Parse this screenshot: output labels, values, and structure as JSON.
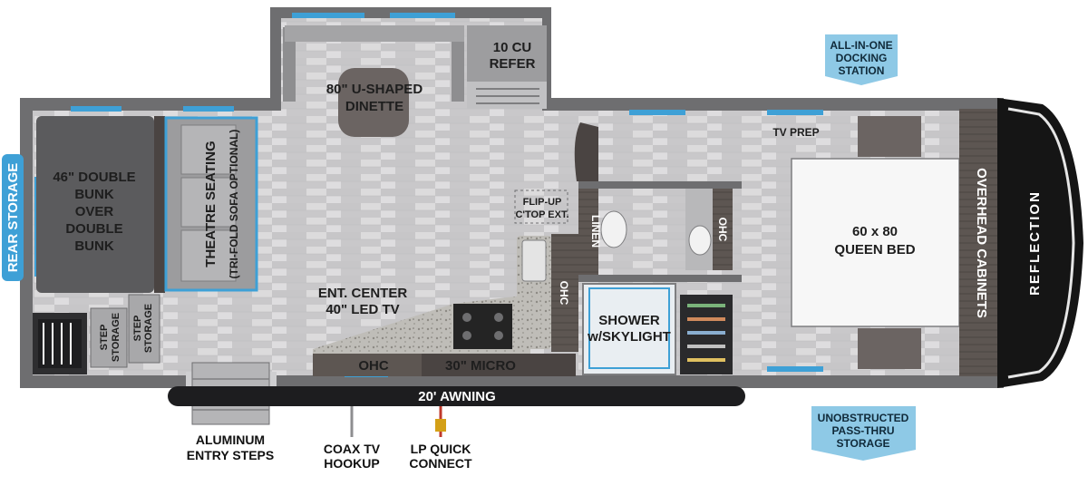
{
  "brand": "REFLECTION",
  "labels": {
    "rear_storage": "REAR STORAGE",
    "bunk": [
      "46\" DOUBLE",
      "BUNK",
      "OVER",
      "DOUBLE",
      "BUNK"
    ],
    "theatre_seating": "THEATRE SEATING",
    "sofa_optional": "(TRI-FOLD SOFA OPTIONAL)",
    "dinette": [
      "80\" U-SHAPED",
      "DINETTE"
    ],
    "refer": [
      "10 CU",
      "REFER"
    ],
    "flip_up": [
      "FLIP-UP",
      "C'TOP EXT."
    ],
    "linen": "LINEN",
    "ohc": "OHC",
    "tv_prep": "TV PREP",
    "queen_bed": [
      "60 x 80",
      "QUEEN BED"
    ],
    "overhead_cabinets": "OVERHEAD CABINETS",
    "ent_center": [
      "ENT. CENTER",
      "40\" LED TV"
    ],
    "micro": "30\" MICRO",
    "shower": [
      "SHOWER",
      "w/SKYLIGHT"
    ],
    "step_storage": [
      "STEP",
      "STORAGE"
    ],
    "awning": "20' AWNING"
  },
  "callouts": {
    "docking": [
      "ALL-IN-ONE",
      "DOCKING",
      "STATION"
    ],
    "pass_thru": [
      "UNOBSTRUCTED",
      "PASS-THRU",
      "STORAGE"
    ]
  },
  "exterior": {
    "entry_steps": [
      "ALUMINUM",
      "ENTRY STEPS"
    ],
    "coax": [
      "COAX TV",
      "HOOKUP"
    ],
    "lp": [
      "LP QUICK",
      "CONNECT"
    ]
  },
  "colors": {
    "wall": "#6e6e70",
    "floor": "#cfcfd1",
    "accent": "#3ea0d6",
    "cap": "#151515"
  }
}
